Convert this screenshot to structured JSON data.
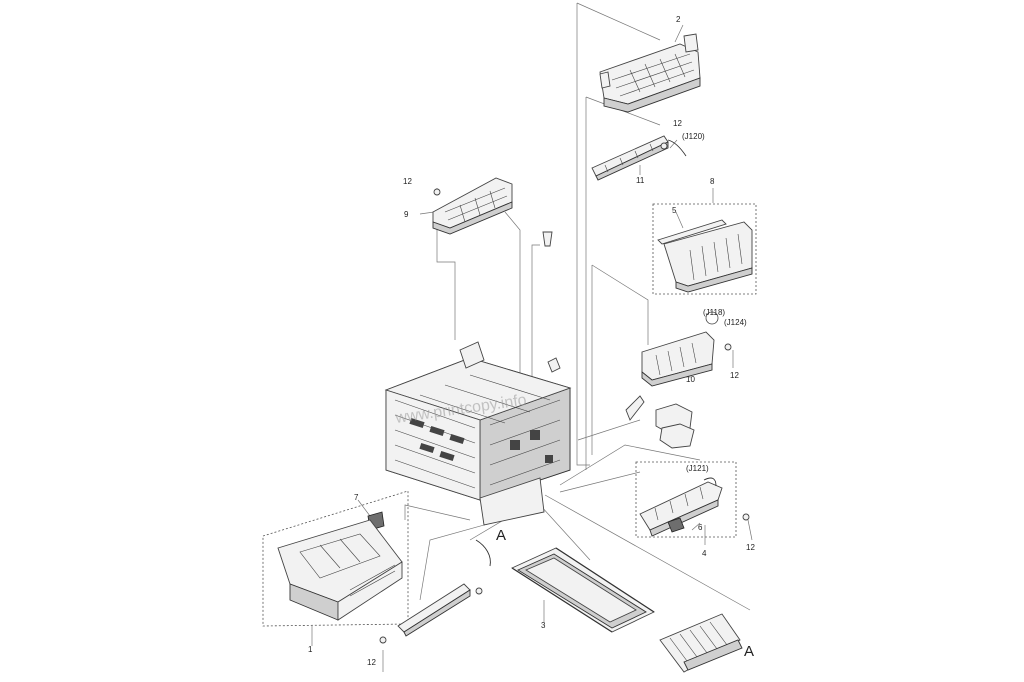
{
  "callouts": {
    "c1": "1",
    "c2": "2",
    "c3": "3",
    "c4": "4",
    "c5": "5",
    "c6": "6",
    "c7": "7",
    "c8": "8",
    "c9": "9",
    "c10": "10",
    "c11": "11",
    "c12a": "12",
    "c12b": "12",
    "c12c": "12",
    "c12d": "12",
    "c12e": "12"
  },
  "connectors": {
    "j120": "(J120)",
    "j118": "(J118)",
    "j124": "(J124)",
    "j121": "(J121)"
  },
  "section_marks": {
    "a_left": "A",
    "a_right": "A"
  },
  "watermark": "www.printcopy.info"
}
